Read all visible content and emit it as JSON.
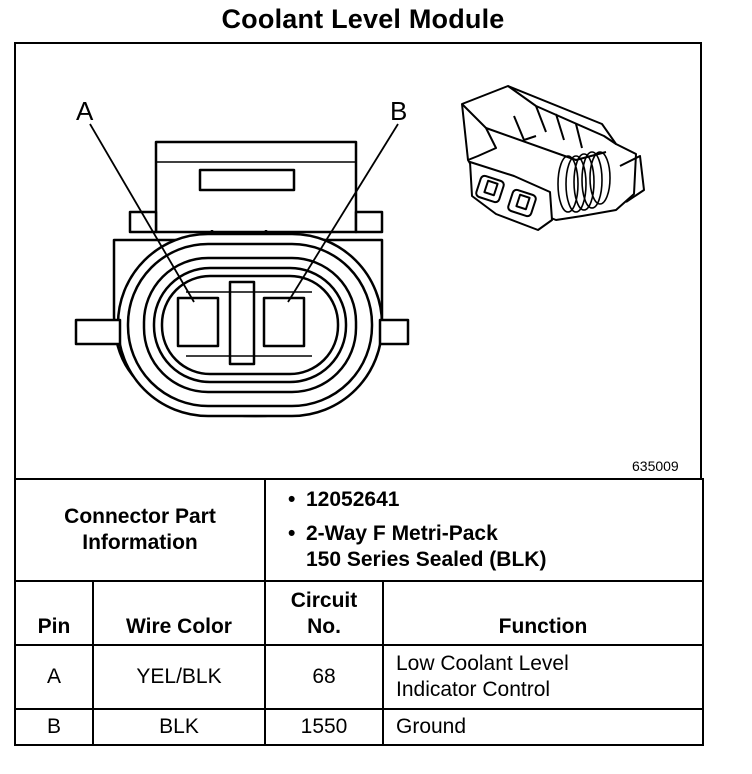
{
  "title": "Coolant Level Module",
  "figure": {
    "pin_a_label": "A",
    "pin_b_label": "B",
    "figure_number": "635009"
  },
  "connector_info": {
    "label_line1": "Connector Part",
    "label_line2": "Information",
    "part_number": "12052641",
    "description_line1": "2-Way F Metri-Pack",
    "description_line2": "150 Series Sealed (BLK)"
  },
  "pin_table": {
    "headers": {
      "pin": "Pin",
      "wire_color": "Wire Color",
      "circuit_line1": "Circuit",
      "circuit_line2": "No.",
      "function": "Function"
    },
    "rows": [
      {
        "pin": "A",
        "wire_color": "YEL/BLK",
        "circuit": "68",
        "function_line1": "Low Coolant Level",
        "function_line2": "Indicator Control"
      },
      {
        "pin": "B",
        "wire_color": "BLK",
        "circuit": "1550",
        "function_line1": "Ground",
        "function_line2": ""
      }
    ]
  }
}
